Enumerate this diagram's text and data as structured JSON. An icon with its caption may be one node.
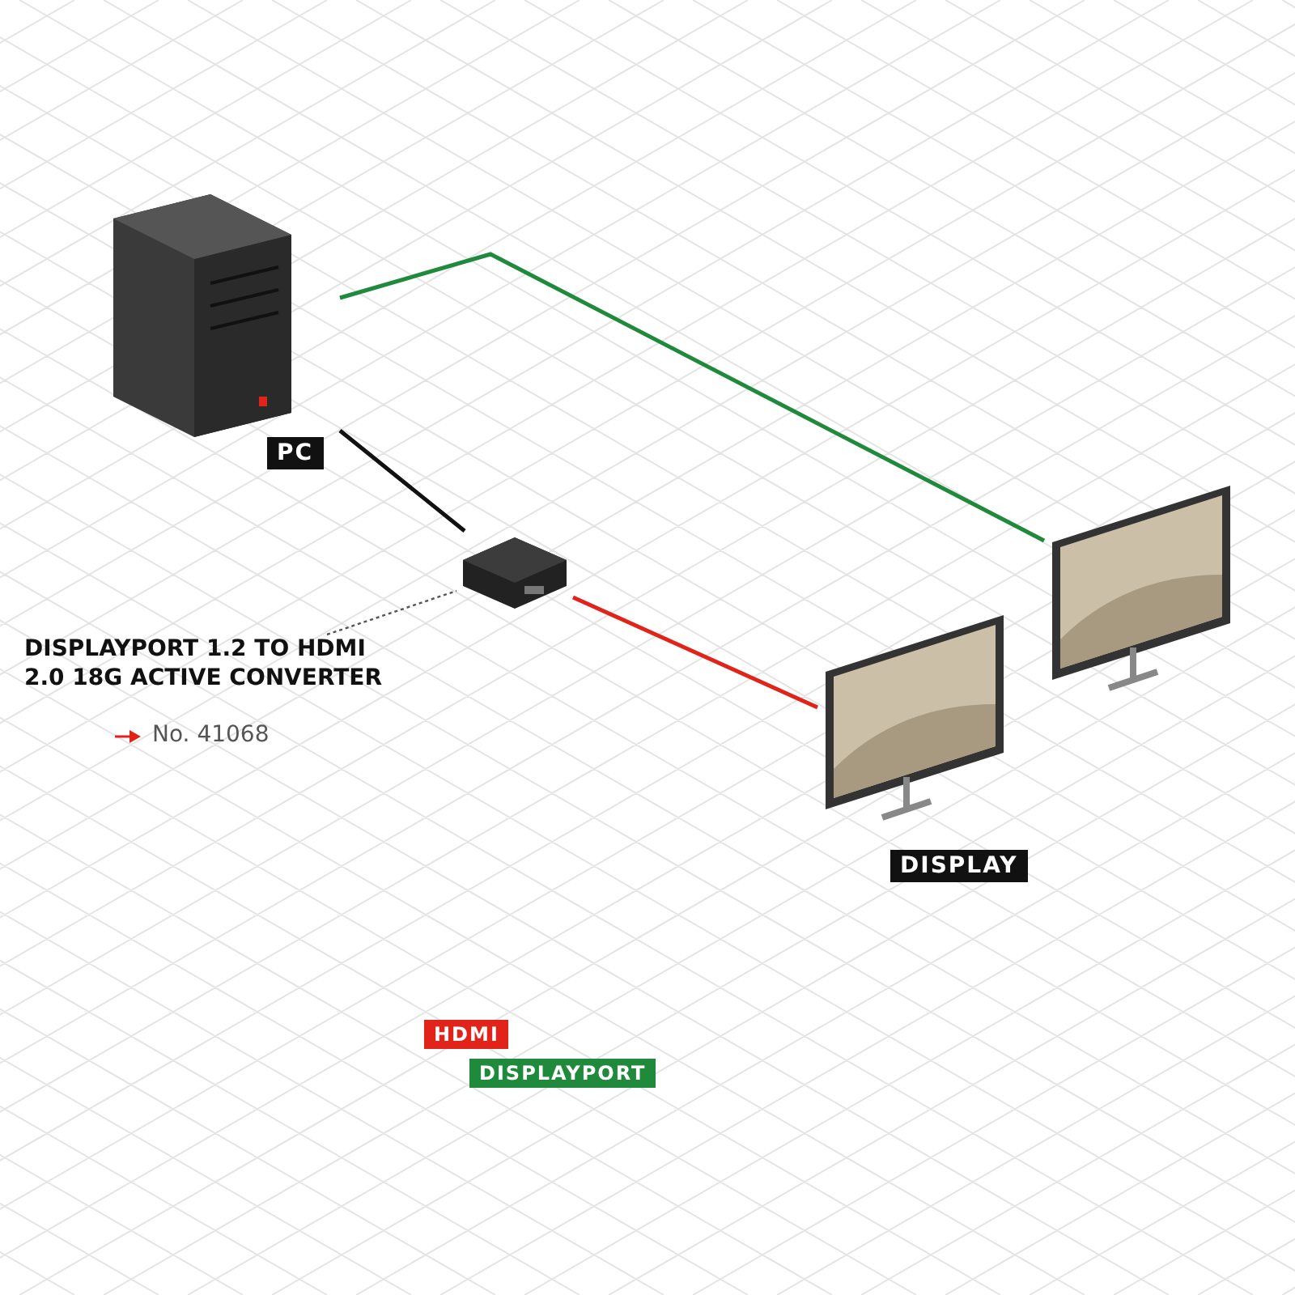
{
  "diagram": {
    "nodes": [
      {
        "text": [
          "PC"
        ]
      },
      {
        "text": [],
        "shape": "picture"
      },
      {
        "text": [
          "DISPLAY"
        ]
      },
      {
        "text": [],
        "shape": "picture"
      },
      {
        "text": [
          "DISPLAYPORT 1.2 TO HDMI 2.0 18G ACTIVE CONVERTER"
        ]
      }
    ],
    "edges": [
      {
        "from": 0,
        "to": 3,
        "arrow": "none",
        "color": "#1f8a3c"
      },
      {
        "from": 0,
        "to": 1,
        "arrow": "none",
        "color": "#111111"
      },
      {
        "from": 1,
        "to": 2,
        "arrow": "none",
        "color": "#e2231a"
      },
      {
        "from": 4,
        "to": 1,
        "arrow": "none",
        "style": "dashed",
        "color": "#555555"
      }
    ],
    "labels": [
      "No. 41068"
    ],
    "legend": [
      {
        "text": "HDMI",
        "color": "#e2231a"
      },
      {
        "text": "DISPLAYPORT",
        "color": "#1f8a3c"
      }
    ]
  }
}
